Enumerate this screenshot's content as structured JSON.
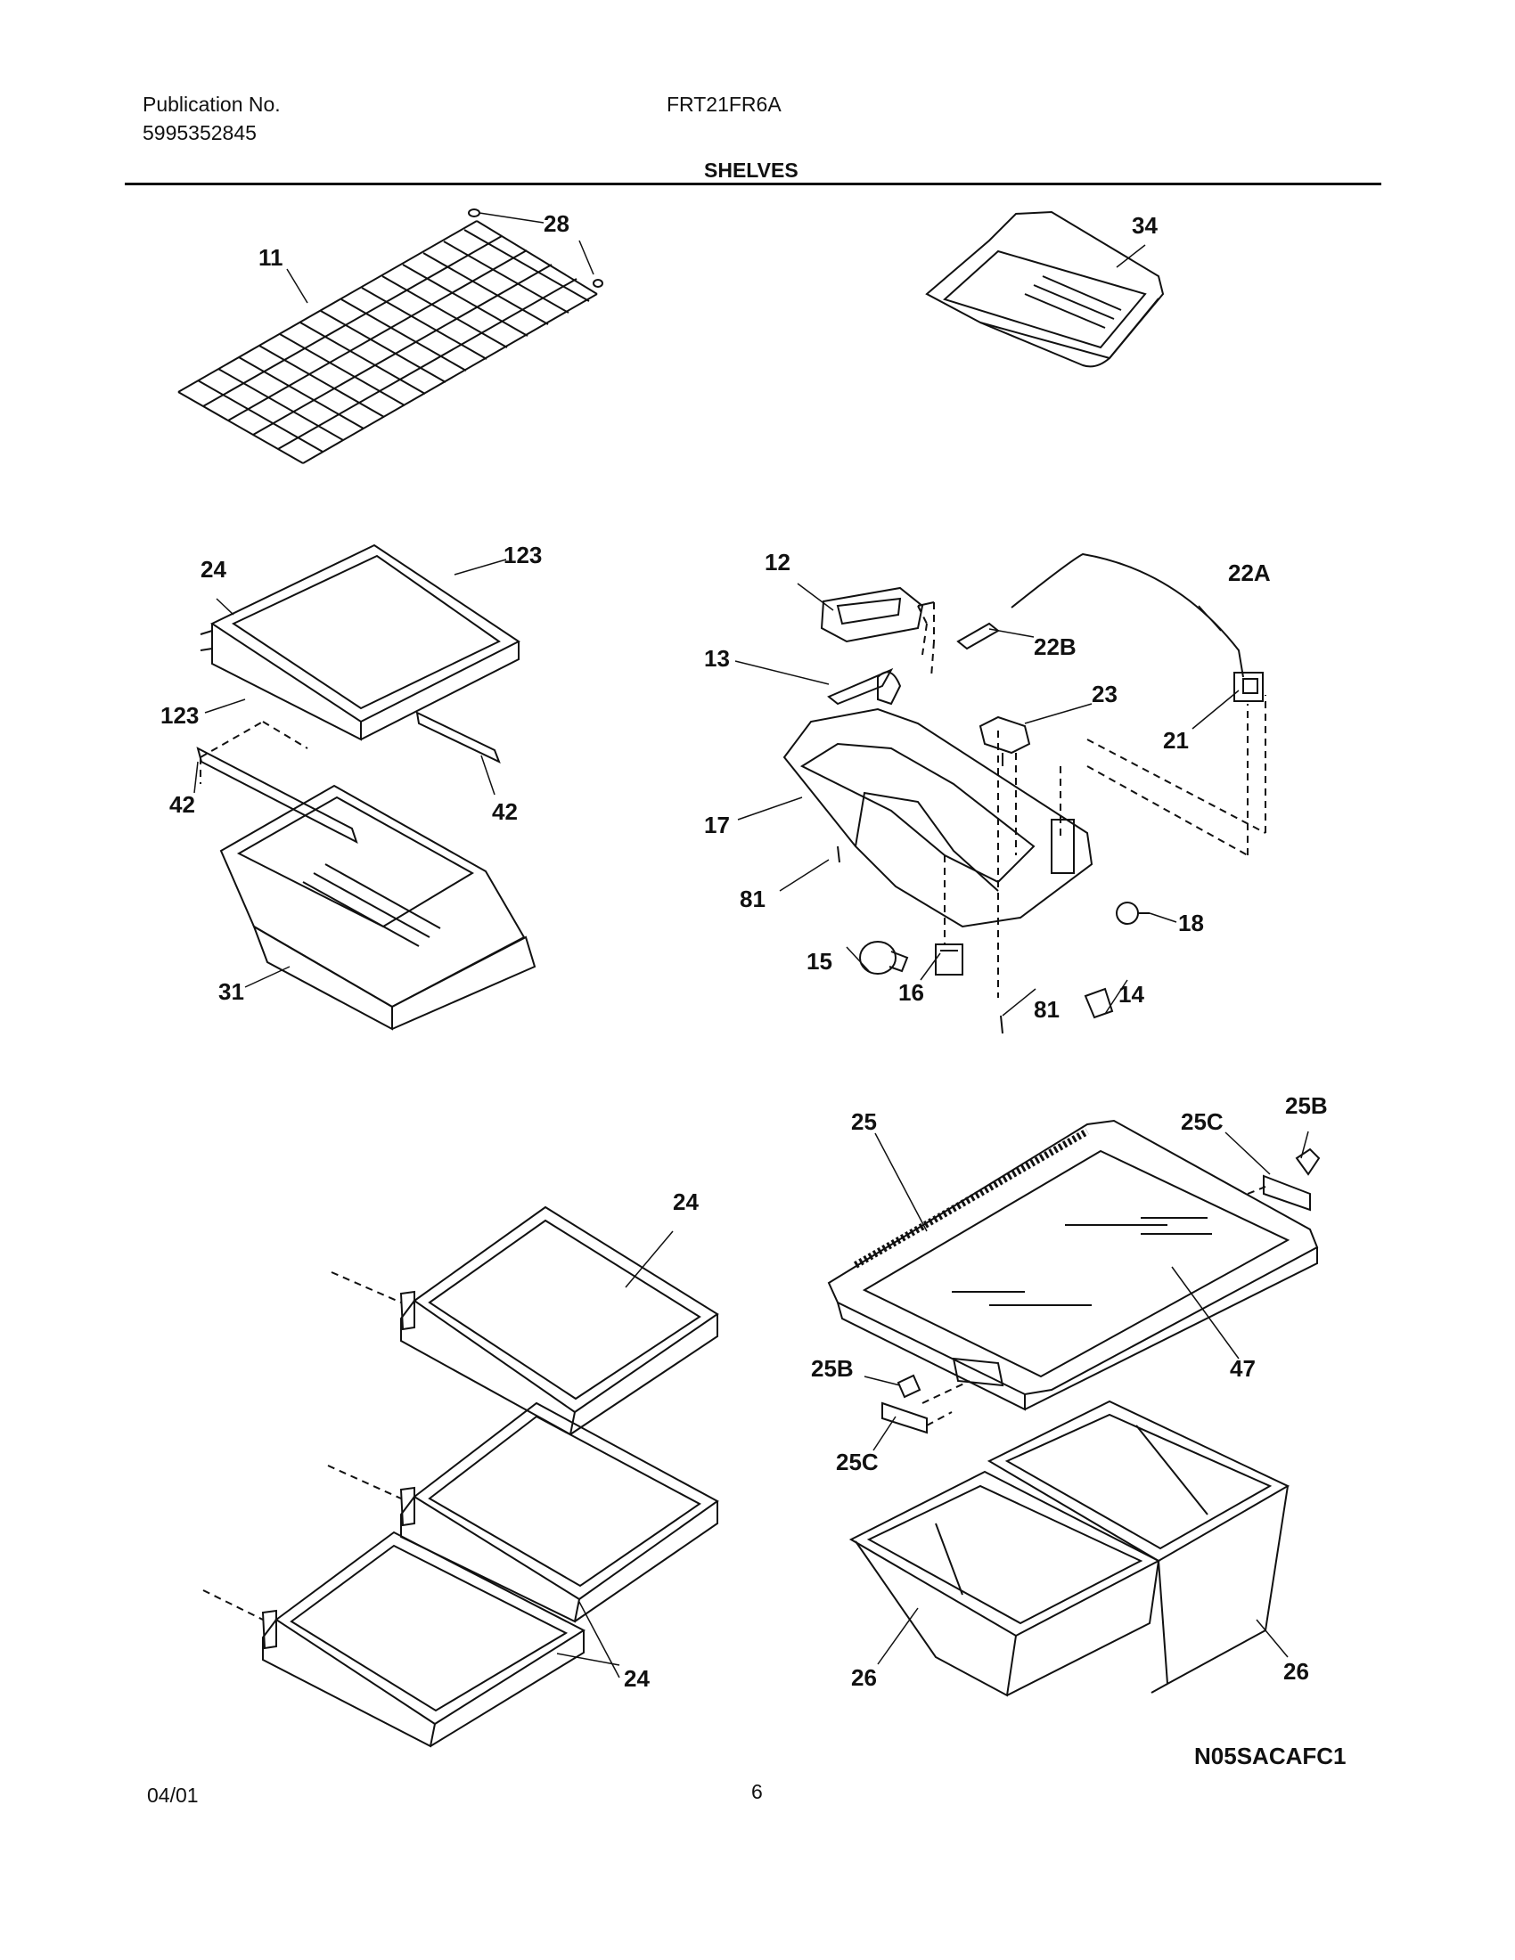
{
  "header": {
    "publication_label": "Publication No.",
    "publication_number": "5995352845",
    "model": "FRT21FR6A",
    "section_title": "SHELVES"
  },
  "callouts": {
    "c11": "11",
    "c28": "28",
    "c34": "34",
    "c24a": "24",
    "c123a": "123",
    "c123b": "123",
    "c42a": "42",
    "c42b": "42",
    "c31": "31",
    "c12": "12",
    "c13": "13",
    "c22a": "22A",
    "c22b": "22B",
    "c23": "23",
    "c21": "21",
    "c17": "17",
    "c81a": "81",
    "c81b": "81",
    "c15": "15",
    "c16": "16",
    "c14": "14",
    "c18": "18",
    "c24b": "24",
    "c24c": "24",
    "c25": "25",
    "c25c_top": "25C",
    "c25b_top": "25B",
    "c47": "47",
    "c25b_left": "25B",
    "c25c_left": "25C",
    "c26a": "26",
    "c26b": "26"
  },
  "footer": {
    "drawing_code": "N05SACAFC1",
    "date": "04/01",
    "page_number": "6"
  }
}
